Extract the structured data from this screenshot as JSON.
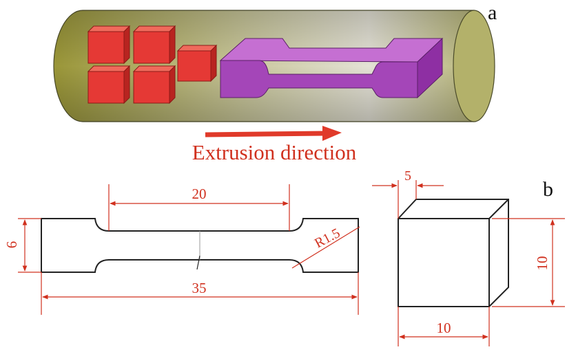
{
  "panel_a": {
    "label": "a",
    "direction_label": "Extrusion direction"
  },
  "panel_b": {
    "label": "b",
    "tensile": {
      "gauge_length": "20",
      "total_length": "35",
      "width": "6",
      "radius": "R1.5"
    },
    "cube": {
      "depth": "5",
      "height": "10",
      "width": "10"
    }
  },
  "colors": {
    "rod": "#9e9a3c",
    "cube_faces": "#e53935",
    "specimen": "#9c3fb0",
    "arrow": "#e03a2a",
    "dimension": "#d0301e"
  }
}
